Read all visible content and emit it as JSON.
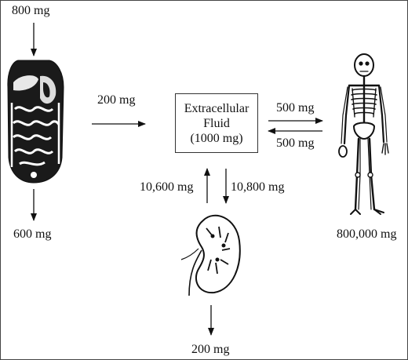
{
  "intake_label": "800 mg",
  "gut_absorption_label": "200 mg",
  "fecal_excretion_label": "600 mg",
  "ecf": {
    "line1": "Extracellular",
    "line2": "Fluid",
    "line3": "(1000 mg)"
  },
  "bone_deposit_label": "500 mg",
  "bone_resorption_label": "500 mg",
  "bone_store_label": "800,000 mg",
  "renal_reabsorption_label": "10,600 mg",
  "renal_filtration_label": "10,800 mg",
  "urinary_excretion_label": "200 mg",
  "colors": {
    "ink": "#111111",
    "fill_dark": "#1a1a1a"
  }
}
